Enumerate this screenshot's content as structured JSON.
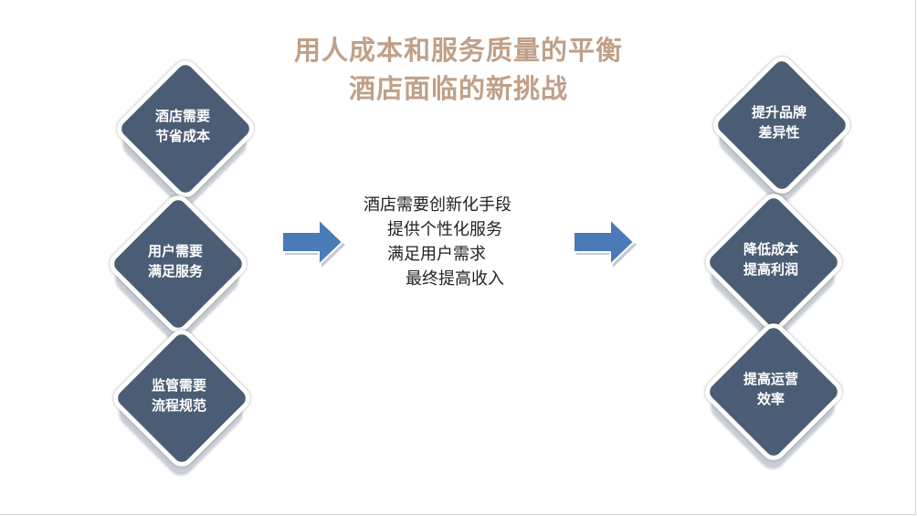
{
  "title": {
    "line1": "用人成本和服务质量的平衡",
    "line2": "酒店面临的新挑战"
  },
  "left_items": [
    {
      "line1": "酒店需要",
      "line2": "节省成本"
    },
    {
      "line1": "用户需要",
      "line2": "满足服务"
    },
    {
      "line1": "监管需要",
      "line2": "流程规范"
    }
  ],
  "center": {
    "lines": [
      "酒店需要创新化手段",
      "提供个性化服务",
      "满足用户需求",
      "最终提高收入"
    ]
  },
  "right_items": [
    {
      "line1": "提升品牌",
      "line2": "差异性"
    },
    {
      "line1": "降低成本",
      "line2": "提高利润"
    },
    {
      "line1": "提高运营",
      "line2": "效率"
    }
  ],
  "colors": {
    "diamond_fill": "#4b5d75",
    "arrow_fill": "#4a7ab8",
    "title": "#c0a088"
  }
}
